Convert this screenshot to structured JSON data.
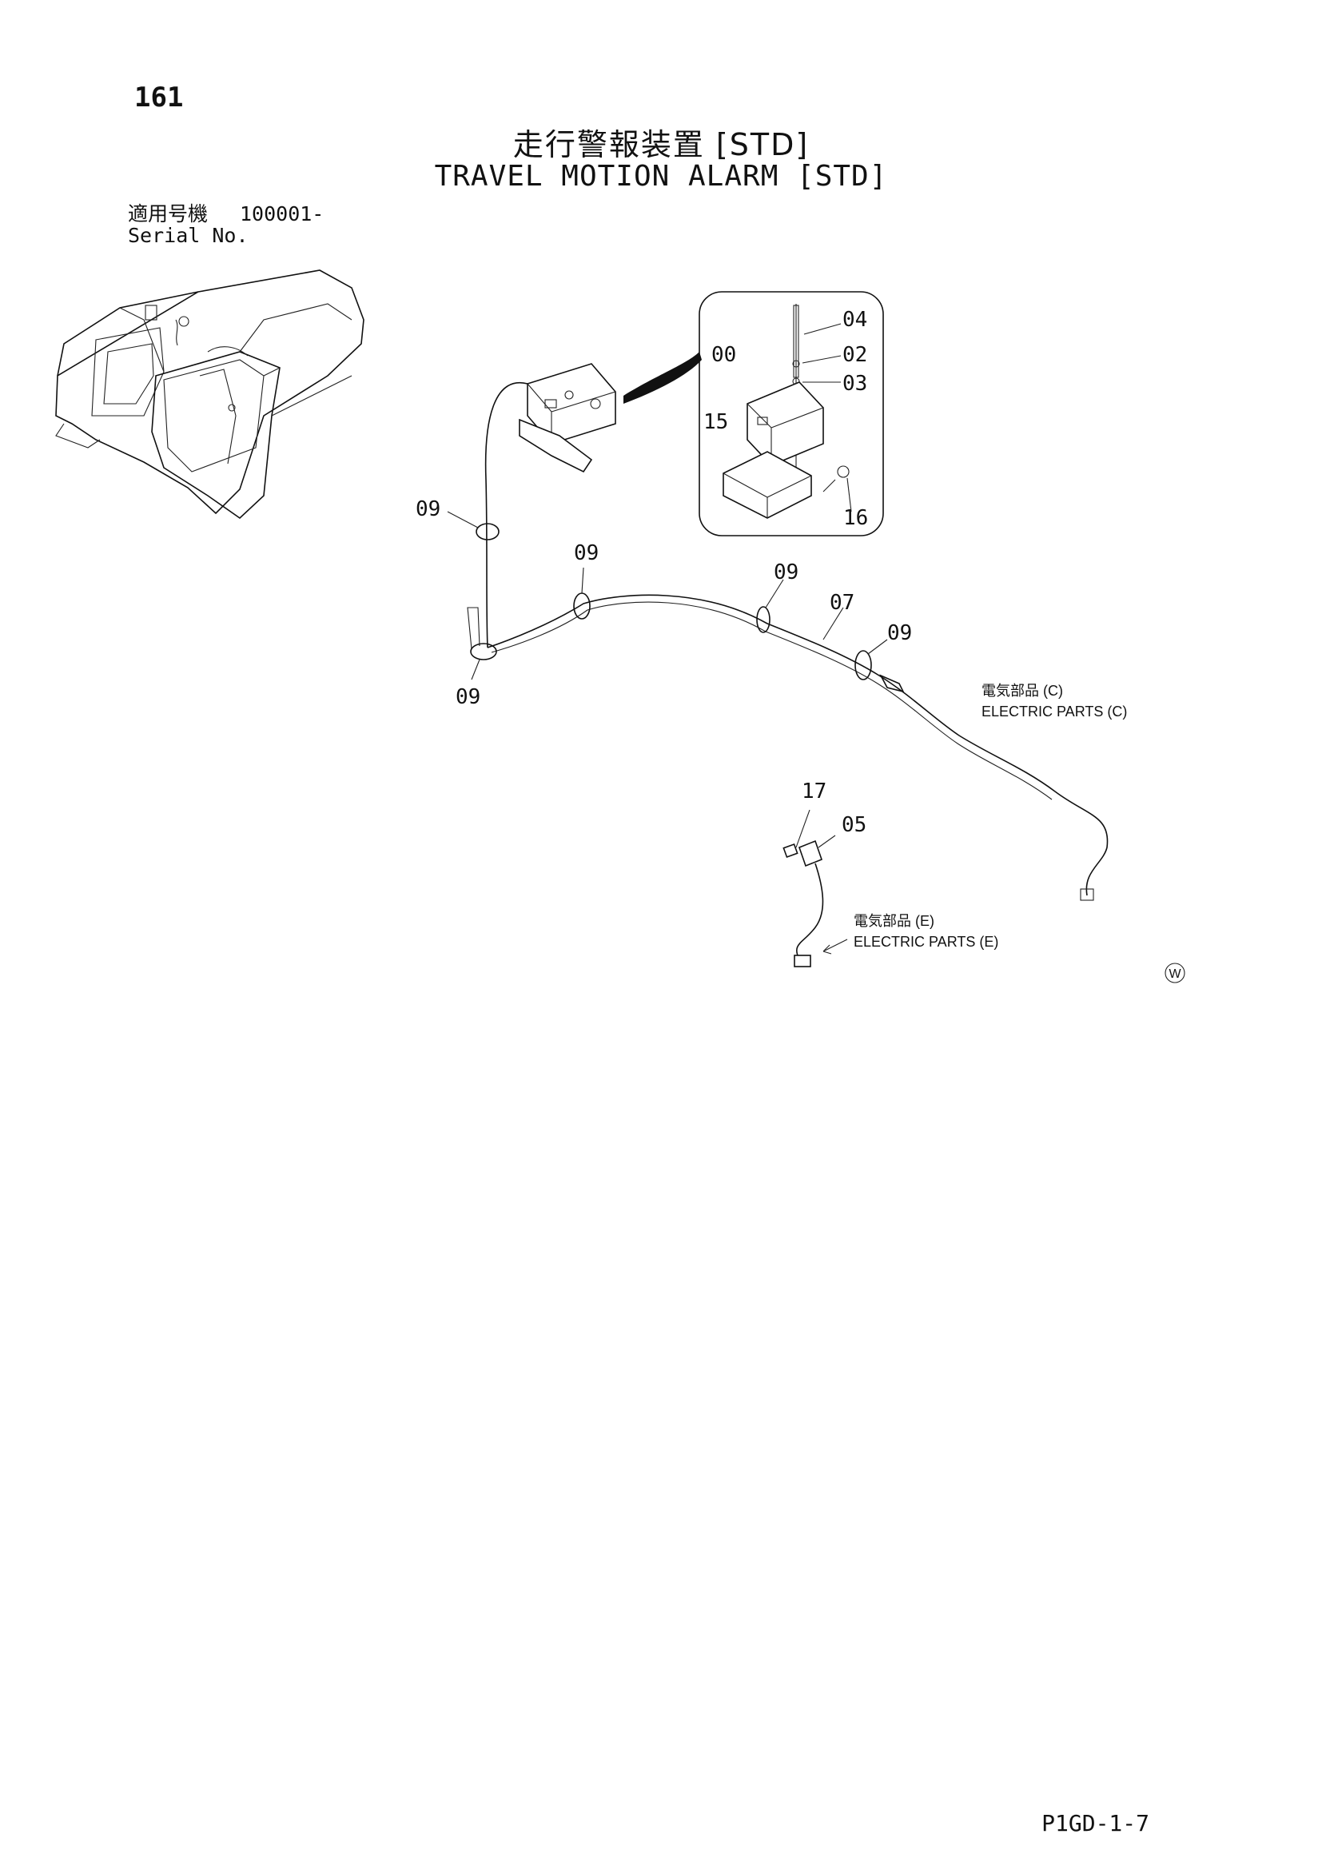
{
  "header": {
    "page_number": "161",
    "title_jp": "走行警報装置 [STD]",
    "title_en": "TRAVEL MOTION ALARM [STD]"
  },
  "serial": {
    "label_jp": "適用号機",
    "label_en": "Serial No.",
    "value": "100001-"
  },
  "callouts": {
    "p04": "04",
    "p00": "00",
    "p02": "02",
    "p03": "03",
    "p15": "15",
    "p16": "16",
    "p09_a": "09",
    "p09_b": "09",
    "p09_c": "09",
    "p07": "07",
    "p09_d": "09",
    "p09_e": "09",
    "p17": "17",
    "p05": "05"
  },
  "references": {
    "c_jp": "電気部品 (C)",
    "c_en": "ELECTRIC PARTS (C)",
    "e_jp": "電気部品 (E)",
    "e_en": "ELECTRIC PARTS (E)"
  },
  "marks": {
    "circled_w": "W"
  },
  "footer": {
    "code": "P1GD-1-7"
  }
}
